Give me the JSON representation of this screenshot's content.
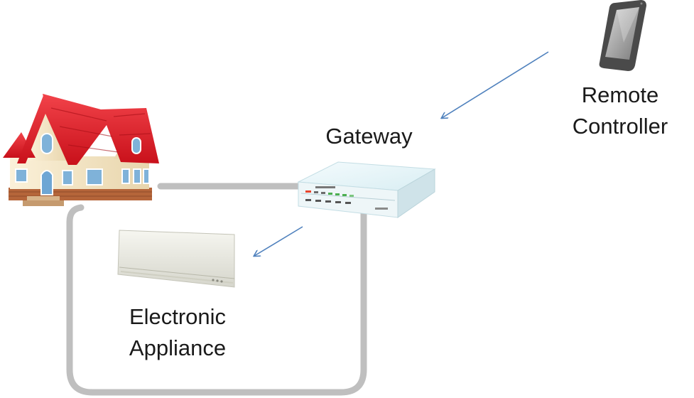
{
  "labels": {
    "gateway": "Gateway",
    "remote_controller": [
      "Remote",
      "Controller"
    ],
    "electronic_appliance": [
      "Electronic",
      "Appliance"
    ]
  },
  "icons": {
    "house": "house-icon",
    "gateway": "router-icon",
    "remote": "smartphone-icon",
    "appliance": "air-conditioner-icon"
  },
  "colors": {
    "arrow": "#4f81bd",
    "connector": "#bfbfbf",
    "roof": "#e8202a",
    "wall": "#f3e4c4",
    "brick": "#b5653a"
  }
}
